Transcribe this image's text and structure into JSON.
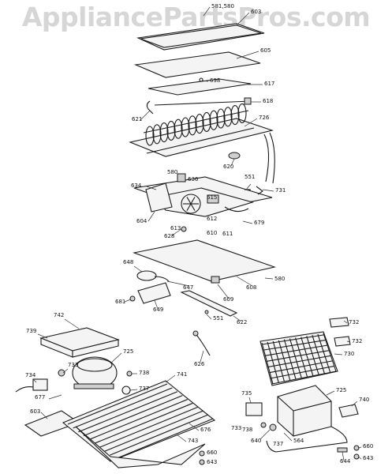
{
  "watermark": "AppliancePartsPros.com",
  "part_labels": [
    {
      "id": "p581_580",
      "text": "581,580"
    },
    {
      "id": "p603a",
      "text": "603"
    },
    {
      "id": "p605",
      "text": "605"
    },
    {
      "id": "p698",
      "text": "698"
    },
    {
      "id": "p617",
      "text": "617"
    },
    {
      "id": "p618",
      "text": "618"
    },
    {
      "id": "p621",
      "text": "621"
    },
    {
      "id": "p726",
      "text": "726"
    },
    {
      "id": "p620",
      "text": "620"
    },
    {
      "id": "p634",
      "text": "634"
    },
    {
      "id": "p580a",
      "text": "580"
    },
    {
      "id": "p636",
      "text": "636"
    },
    {
      "id": "p551a",
      "text": "551"
    },
    {
      "id": "p731",
      "text": "731"
    },
    {
      "id": "p615",
      "text": "615"
    },
    {
      "id": "p612",
      "text": "612"
    },
    {
      "id": "p604",
      "text": "604"
    },
    {
      "id": "p613",
      "text": "613"
    },
    {
      "id": "p628",
      "text": "628"
    },
    {
      "id": "p610",
      "text": "610"
    },
    {
      "id": "p611",
      "text": "611"
    },
    {
      "id": "p679",
      "text": "679"
    },
    {
      "id": "p648",
      "text": "648"
    },
    {
      "id": "p647",
      "text": "647"
    },
    {
      "id": "p608",
      "text": "608"
    },
    {
      "id": "p580b",
      "text": "580"
    },
    {
      "id": "p609",
      "text": "609"
    },
    {
      "id": "p681",
      "text": "681"
    },
    {
      "id": "p649",
      "text": "649"
    },
    {
      "id": "p551b",
      "text": "551"
    },
    {
      "id": "p622",
      "text": "622"
    },
    {
      "id": "p742",
      "text": "742"
    },
    {
      "id": "p739",
      "text": "739"
    },
    {
      "id": "p725a",
      "text": "725"
    },
    {
      "id": "p626",
      "text": "626"
    },
    {
      "id": "p732a",
      "text": "732"
    },
    {
      "id": "p732b",
      "text": "732"
    },
    {
      "id": "p730",
      "text": "730"
    },
    {
      "id": "p734",
      "text": "734"
    },
    {
      "id": "p733a",
      "text": "733"
    },
    {
      "id": "p738a",
      "text": "738"
    },
    {
      "id": "p741",
      "text": "741"
    },
    {
      "id": "p737a",
      "text": "737"
    },
    {
      "id": "p677",
      "text": "677"
    },
    {
      "id": "p603b",
      "text": "603"
    },
    {
      "id": "p676",
      "text": "676"
    },
    {
      "id": "p743",
      "text": "743"
    },
    {
      "id": "p660a",
      "text": "660"
    },
    {
      "id": "p643a",
      "text": "643"
    },
    {
      "id": "p725b",
      "text": "725"
    },
    {
      "id": "p735",
      "text": "735"
    },
    {
      "id": "p740",
      "text": "740"
    },
    {
      "id": "p733b",
      "text": "733"
    },
    {
      "id": "p738b",
      "text": "738"
    },
    {
      "id": "p640",
      "text": "640"
    },
    {
      "id": "p737b",
      "text": "737"
    },
    {
      "id": "p564",
      "text": "564"
    },
    {
      "id": "p660b",
      "text": "660"
    },
    {
      "id": "p644",
      "text": "644"
    },
    {
      "id": "p643b",
      "text": "643"
    }
  ]
}
